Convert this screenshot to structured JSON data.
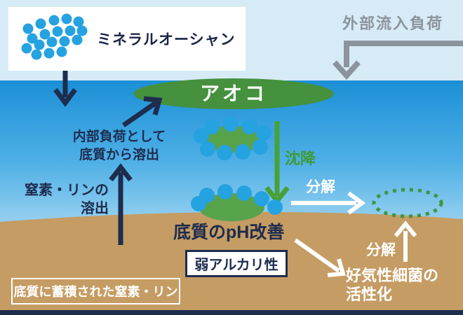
{
  "diagram_title": "ミネラルオーシャン water purification mechanism diagram",
  "colors": {
    "navy": "#1e2c4e",
    "sky": "#d7ebf6",
    "water_top": "#1b8fd6",
    "water_bottom": "#b5e0f3",
    "sediment_tan": "#c59c63",
    "aoko_green": "#45913e",
    "blob_green": "#57a34c",
    "dot_blue": "#25a2e0",
    "arrow_green": "#46a13a",
    "gray": "#8b949c",
    "white": "#ffffff"
  },
  "logo": {
    "label": "ミネラルオーシャン",
    "icon": "blue-dots-cluster"
  },
  "sky": {
    "external_load_label": "外部流入負荷"
  },
  "water": {
    "aoko_label": "アオコ",
    "internal_load_line1": "内部負荷として",
    "internal_load_line2": "底質から溶出",
    "dissolution_line1": "窒素・リンの",
    "dissolution_line2": "溶出",
    "sinking_label": "沈降",
    "decompose_label": "分解"
  },
  "sediment": {
    "ph_label": "底質のpH改善",
    "weak_alkaline_label": "弱アルカリ性",
    "decompose_label": "分解",
    "aerobic_line1": "好気性細菌の",
    "aerobic_line2": "活性化",
    "note_label": "底質に蓄積された窒素・リン"
  }
}
